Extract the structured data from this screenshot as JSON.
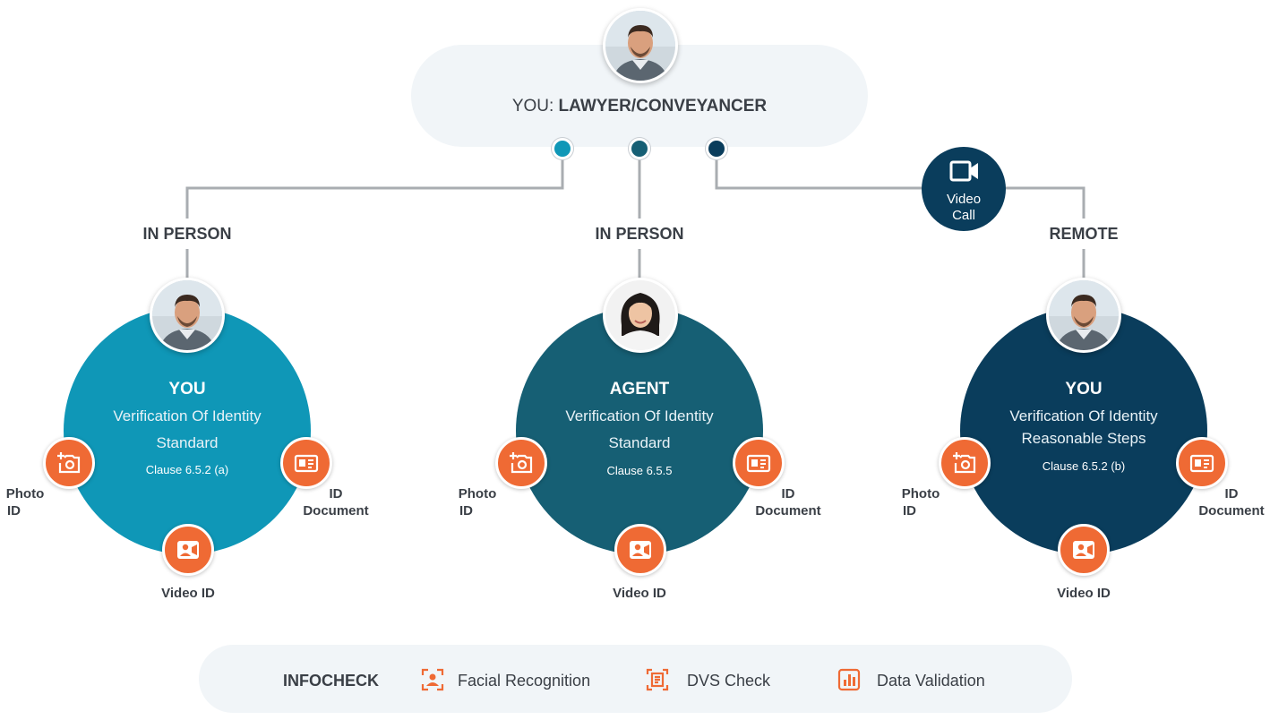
{
  "colors": {
    "teal_light": "#0f97b7",
    "teal_mid": "#165f74",
    "navy": "#0a3d5c",
    "orange": "#ef6a34",
    "pill_bg": "#f1f5f8",
    "wire": "#a9adb1"
  },
  "top": {
    "prefix": "YOU:",
    "role": "LAWYER/CONVEYANCER",
    "avatar": "man-avatar"
  },
  "branches": [
    {
      "label": "IN PERSON",
      "avatar": "man-avatar",
      "title": "YOU",
      "line1": "Verification Of Identity",
      "line2": "Standard",
      "clause": "Clause 6.5.2 (a)",
      "photo_label_1": "Photo",
      "photo_label_2": "ID",
      "doc_label_1": "ID",
      "doc_label_2": "Document",
      "video_label": "Video ID"
    },
    {
      "label": "IN PERSON",
      "avatar": "woman-avatar",
      "title": "AGENT",
      "line1": "Verification Of Identity",
      "line2": "Standard",
      "clause": "Clause 6.5.5",
      "photo_label_1": "Photo",
      "photo_label_2": "ID",
      "doc_label_1": "ID",
      "doc_label_2": "Document",
      "video_label": "Video ID"
    },
    {
      "label": "REMOTE",
      "avatar": "man-avatar",
      "title": "YOU",
      "line1": "Verification Of Identity",
      "line2": "Reasonable Steps",
      "clause": "Clause 6.5.2 (b)",
      "photo_label_1": "Photo",
      "photo_label_2": "ID",
      "doc_label_1": "ID",
      "doc_label_2": "Document",
      "video_label": "Video ID"
    }
  ],
  "video_call": {
    "line1": "Video",
    "line2": "Call",
    "icon": "video-camera-icon"
  },
  "footer": {
    "brand": "INFOCHECK",
    "features": [
      {
        "label": "Facial Recognition",
        "icon": "facial-recognition-icon"
      },
      {
        "label": "DVS Check",
        "icon": "document-scan-icon"
      },
      {
        "label": "Data Validation",
        "icon": "bar-chart-icon"
      }
    ]
  }
}
